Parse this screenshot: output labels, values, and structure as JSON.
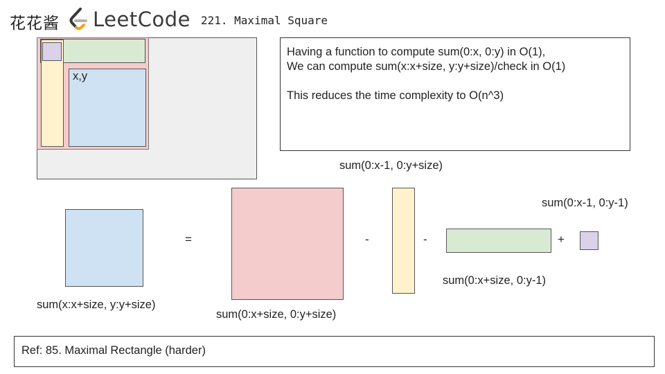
{
  "header": {
    "brand_cn": "花花酱",
    "logo_text": "LeetCode",
    "problem_title": "221. Maximal Square"
  },
  "diagram": {
    "cell_label": "x,y"
  },
  "explanation": {
    "line1": "Having a function to compute sum(0:x, 0:y) in O(1),",
    "line2": "We can compute sum(x:x+size, y:y+size)/check in O(1)",
    "line3": "This reduces the time complexity to O(n^3)"
  },
  "equation": {
    "blue_label": "sum(x:x+size, y:y+size)",
    "equals": "=",
    "red_label": "sum(0:x+size, 0:y+size)",
    "minus1": "-",
    "yellow_label": "sum(0:x-1, 0:y+size)",
    "minus2": "-",
    "green_label": "sum(0:x+size, 0:y-1)",
    "plus": "+",
    "purple_label": "sum(0:x-1, 0:y-1)"
  },
  "footer": {
    "ref": "Ref: 85. Maximal Rectangle (harder)"
  },
  "colors": {
    "blue": "#cfe2f3",
    "red": "#f4cccc",
    "yellow": "#fff2cc",
    "green": "#d9ead3",
    "purple": "#d9d2e9",
    "gray": "#efefef",
    "logo_orange": "#f89f1b"
  }
}
